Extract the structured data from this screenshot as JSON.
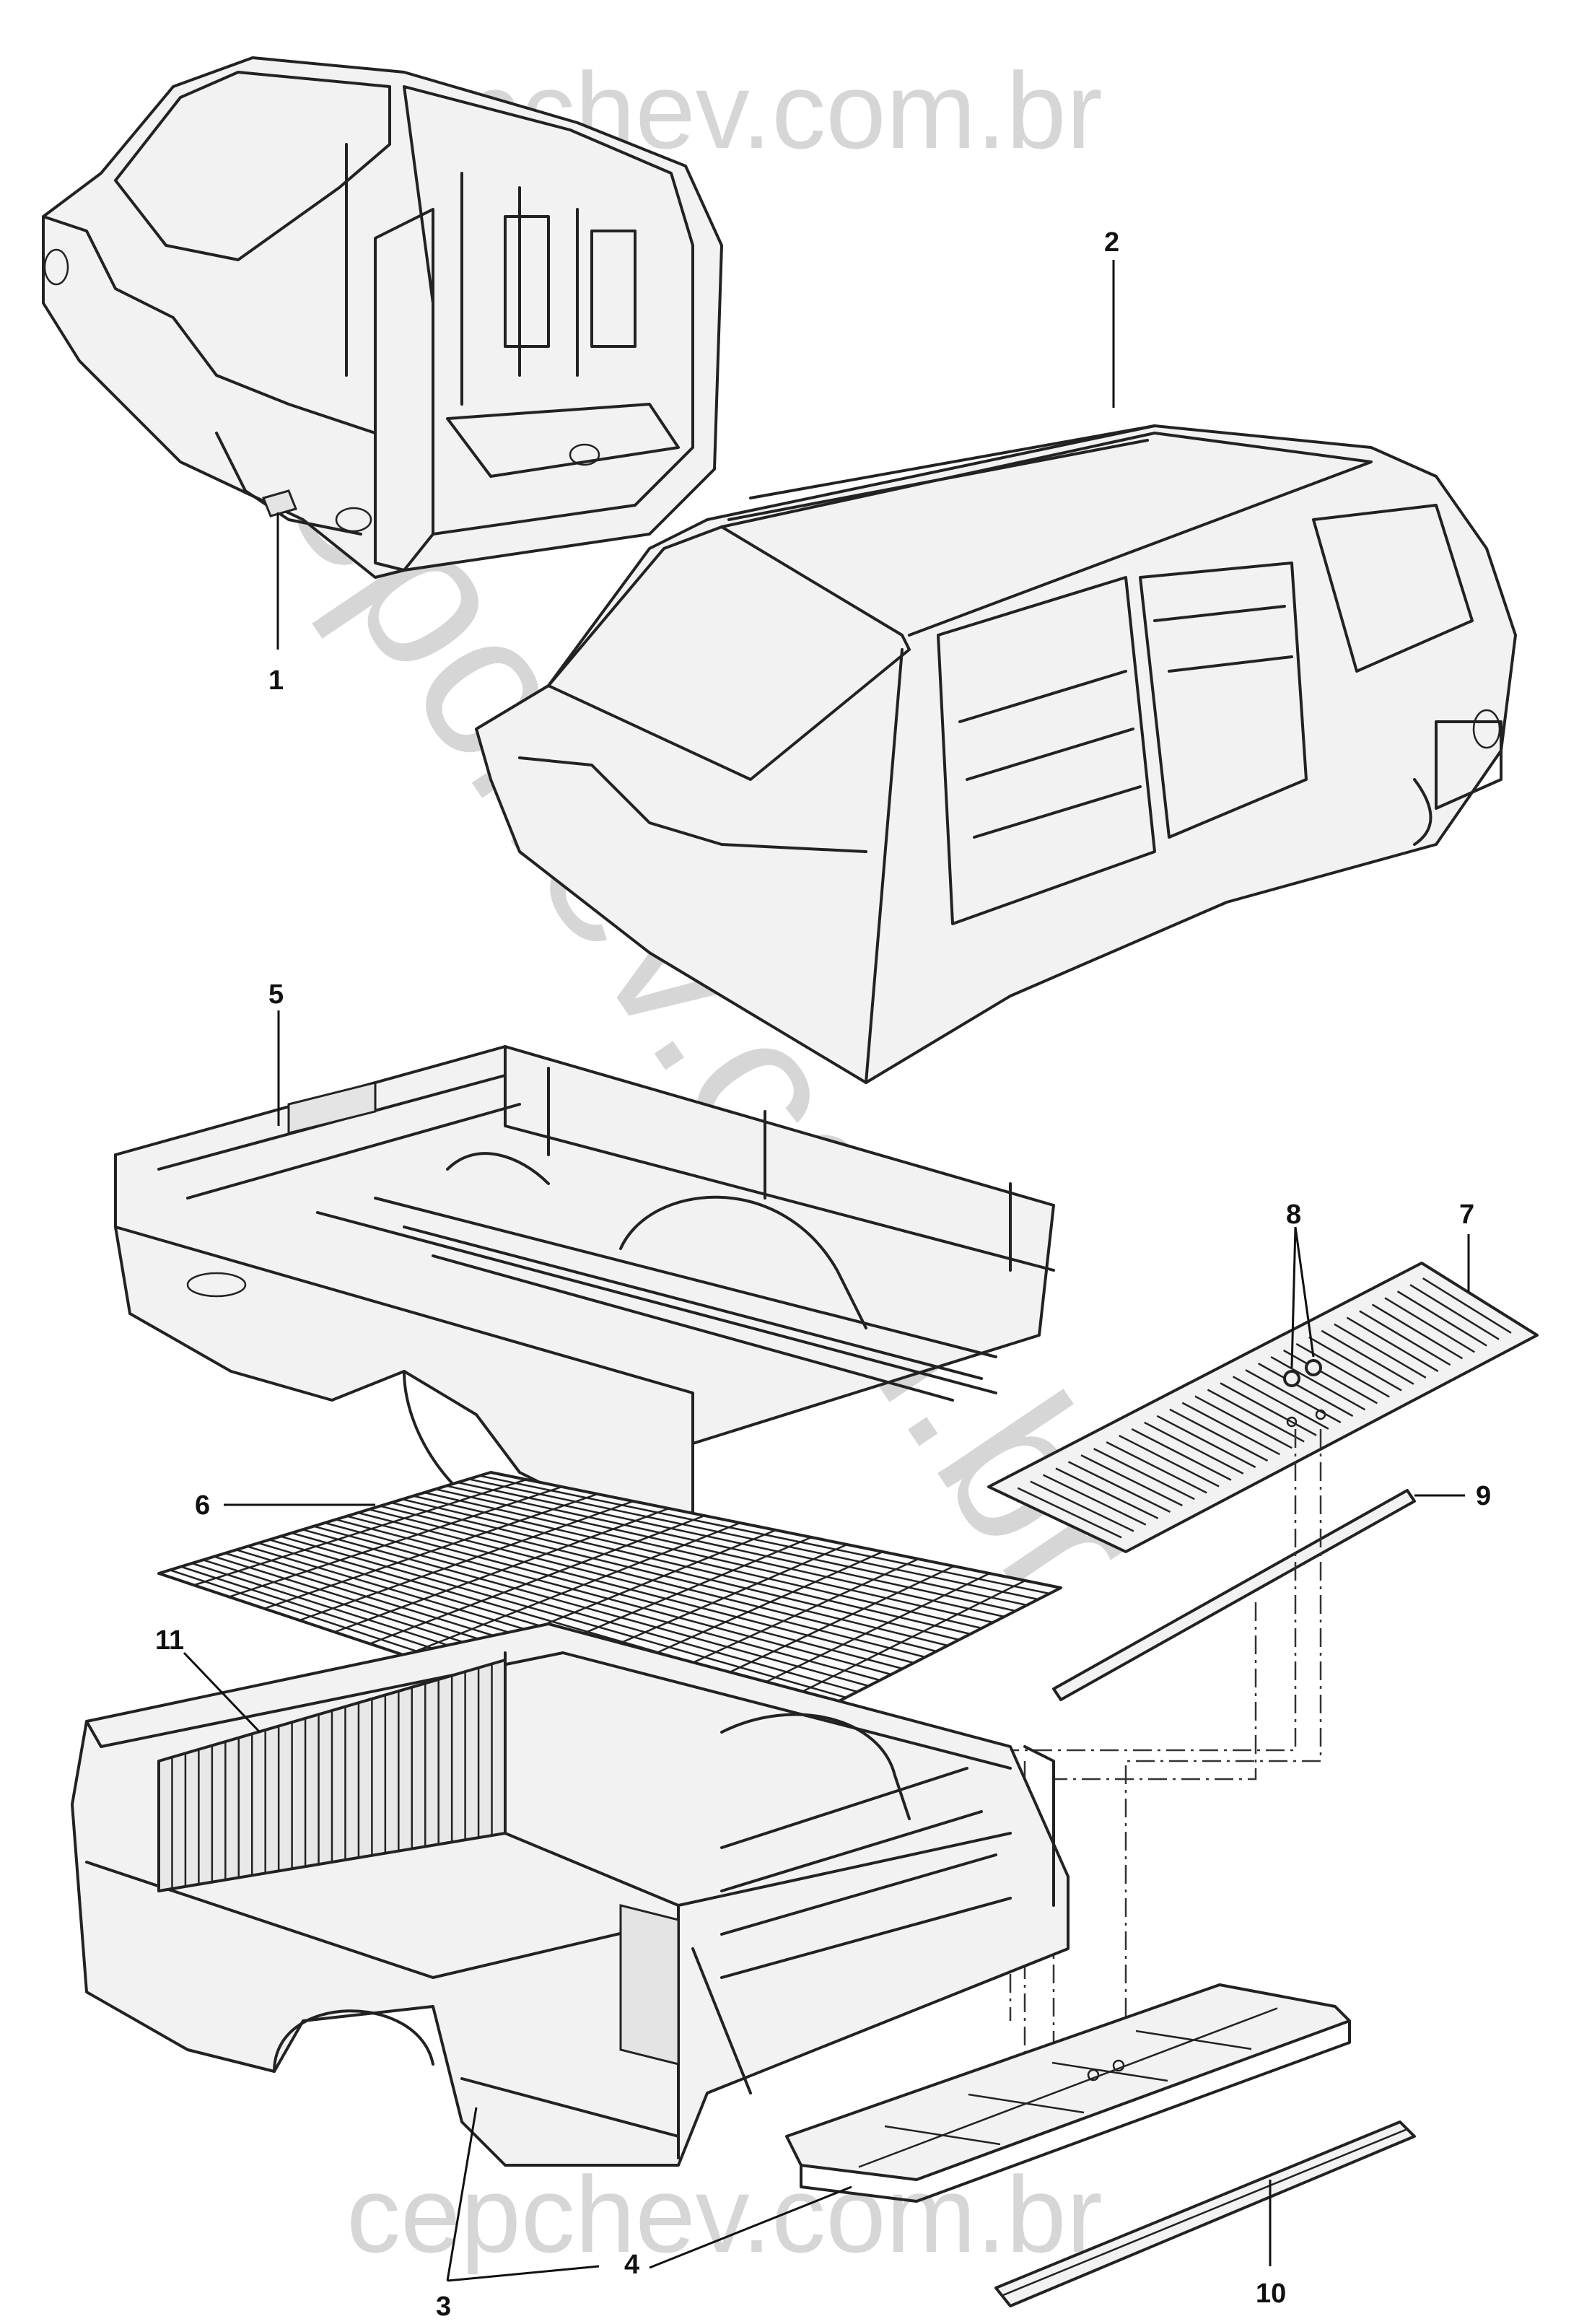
{
  "watermarks": {
    "top": "cepchev.com.br",
    "diagonal": "cepchev.com.br",
    "bottom": "cepchev.com.br"
  },
  "callouts": {
    "c1": "1",
    "c2": "2",
    "c3": "3",
    "c4": "4",
    "c5": "5",
    "c6": "6",
    "c7": "7",
    "c8": "8",
    "c9": "9",
    "c10": "10",
    "c11": "11"
  },
  "colors": {
    "ink": "#222222",
    "watermark": "#d6d6d6",
    "background": "#ffffff"
  }
}
